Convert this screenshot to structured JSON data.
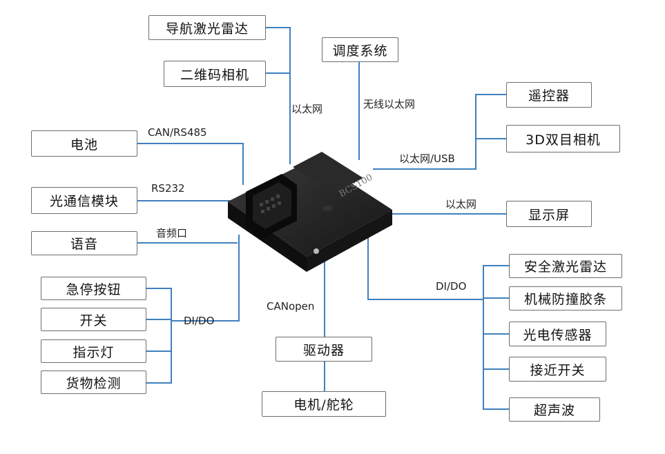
{
  "nodes": {
    "nav_lidar": "导航激光雷达",
    "dispatch": "调度系统",
    "camera_2d": "二维码相机",
    "remote": "遥控器",
    "stereo_cam": "3D双目相机",
    "battery": "电池",
    "comm_module": "光通信模块",
    "display": "显示屏",
    "voice": "语音",
    "safety_lidar": "安全激光雷达",
    "estop": "急停按钮",
    "bumper": "机械防撞胶条",
    "switch": "开关",
    "indicator": "指示灯",
    "photo_sensor": "光电传感器",
    "cargo_detect": "货物检测",
    "proximity": "接近开关",
    "driver": "驱动器",
    "ultrasonic": "超声波",
    "motor": "电机/舵轮"
  },
  "links": {
    "ethernet_top": "以太网",
    "wireless": "无线以太网",
    "eth_usb": "以太网/USB",
    "can_rs485": "CAN/RS485",
    "rs232": "RS232",
    "display_eth": "以太网",
    "audio": "音频口",
    "dido_left": "DI/DO",
    "dido_right": "DI/DO",
    "canopen": "CANopen"
  },
  "device": {
    "model": "BCS100"
  },
  "colors": {
    "line": "#3f7fbf",
    "box_border": "#6d6d6d",
    "device_body": "#1b1b1b"
  }
}
